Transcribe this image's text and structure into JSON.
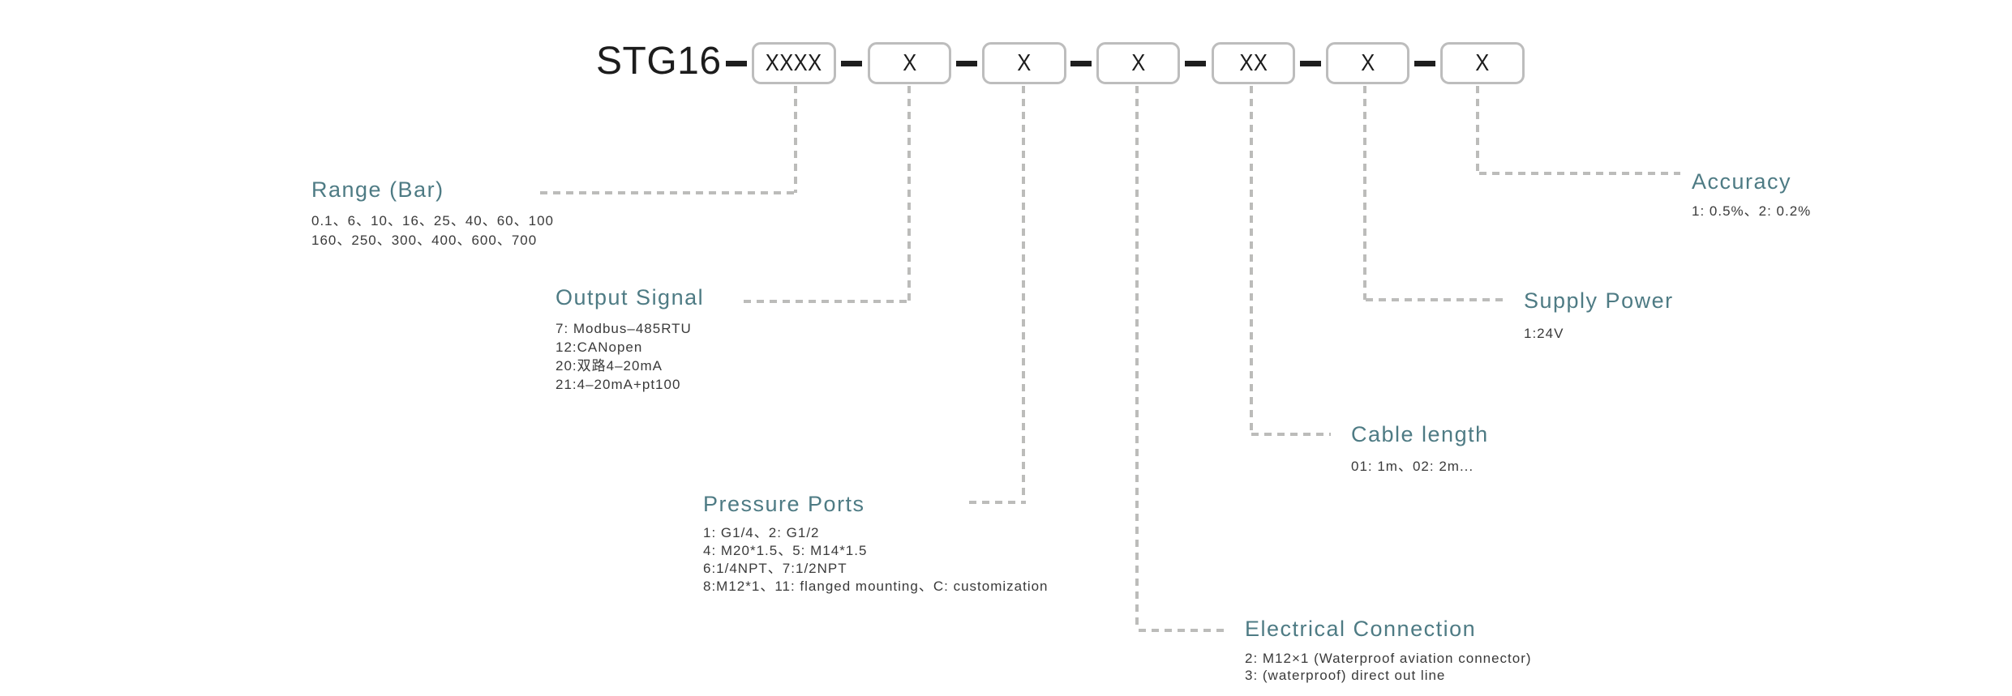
{
  "model_code": {
    "prefix": "STG16",
    "separator": "–",
    "boxes": [
      "XXXX",
      "X",
      "X",
      "X",
      "XX",
      "X",
      "X"
    ]
  },
  "sections": [
    {
      "id": "range",
      "title": "Range (Bar)",
      "lines": [
        "0.1、6、10、16、25、40、60、100",
        "160、250、300、400、600、700"
      ]
    },
    {
      "id": "output-signal",
      "title": "Output Signal",
      "lines": [
        "7: Modbus–485RTU",
        "12:CANopen",
        "20:双路4–20mA",
        "21:4–20mA+pt100"
      ]
    },
    {
      "id": "pressure-ports",
      "title": "Pressure Ports",
      "lines": [
        "1: G1/4、2: G1/2",
        "4: M20*1.5、5: M14*1.5",
        "6:1/4NPT、7:1/2NPT",
        "8:M12*1、11: flanged mounting、C: customization"
      ]
    },
    {
      "id": "electrical-connection",
      "title": "Electrical Connection",
      "lines": [
        "2: M12×1 (Waterproof aviation connector)",
        "3: (waterproof) direct out line"
      ]
    },
    {
      "id": "cable-length",
      "title": "Cable length",
      "lines": [
        "01: 1m、02: 2m..."
      ]
    },
    {
      "id": "supply-power",
      "title": "Supply Power",
      "lines": [
        "1:24V"
      ]
    },
    {
      "id": "accuracy",
      "title": "Accuracy",
      "lines": [
        "1: 0.5%、2: 0.2%"
      ]
    }
  ],
  "colors": {
    "title_teal": "#4e7b84",
    "body_text": "#3a3a3a",
    "code_text": "#1c1c1c",
    "box_border": "#bdbdbd",
    "connector_gray": "#bcbcba",
    "background": "#ffffff"
  }
}
